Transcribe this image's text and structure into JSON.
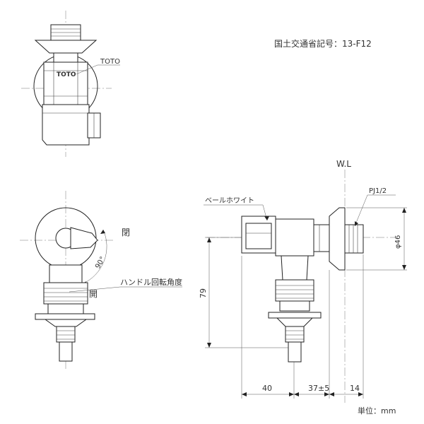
{
  "header": {
    "spec_label": "国土交通省記号：13-F12"
  },
  "labels": {
    "brand": "TOTO",
    "brand_logo": "TOTO",
    "open_top": "閉",
    "open_bottom": "開",
    "angle": "90°",
    "handle_rotation": "ハンドル回転角度",
    "bell_white": "ベールホワイト",
    "water_line": "W.L",
    "thread": "PJ1/2",
    "diameter": "φ46"
  },
  "dimensions": {
    "height": "79",
    "d1": "40",
    "d2": "37±5",
    "d3": "14"
  },
  "footer": {
    "unit": "単位：mm"
  }
}
